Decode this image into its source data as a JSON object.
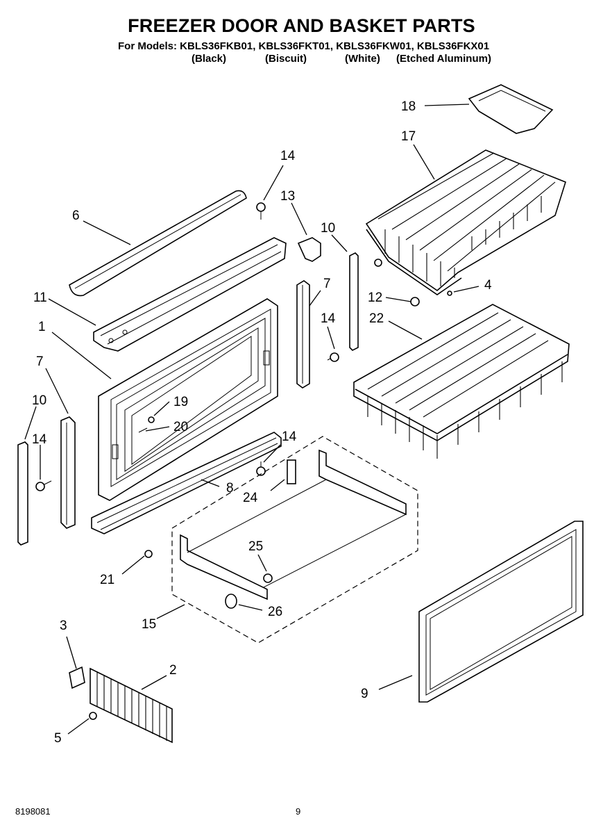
{
  "header": {
    "title": "FREEZER DOOR AND BASKET PARTS",
    "models": "For Models: KBLS36FKB01, KBLS36FKT01, KBLS36FKW01, KBLS36FKX01",
    "variants": [
      "(Black)",
      "(Biscuit)",
      "(White)",
      "(Etched Aluminum)"
    ]
  },
  "callouts": {
    "c1": "1",
    "c2": "2",
    "c3": "3",
    "c4": "4",
    "c5": "5",
    "c6": "6",
    "c7a": "7",
    "c7b": "7",
    "c8": "8",
    "c9": "9",
    "c10a": "10",
    "c10b": "10",
    "c11": "11",
    "c12": "12",
    "c13": "13",
    "c14a": "14",
    "c14b": "14",
    "c14c": "14",
    "c14d": "14",
    "c15": "15",
    "c17": "17",
    "c18": "18",
    "c19": "19",
    "c20": "20",
    "c21": "21",
    "c22": "22",
    "c24": "24",
    "c25": "25",
    "c26": "26"
  },
  "footer": {
    "doc_number": "8198081",
    "page_number": "9"
  }
}
